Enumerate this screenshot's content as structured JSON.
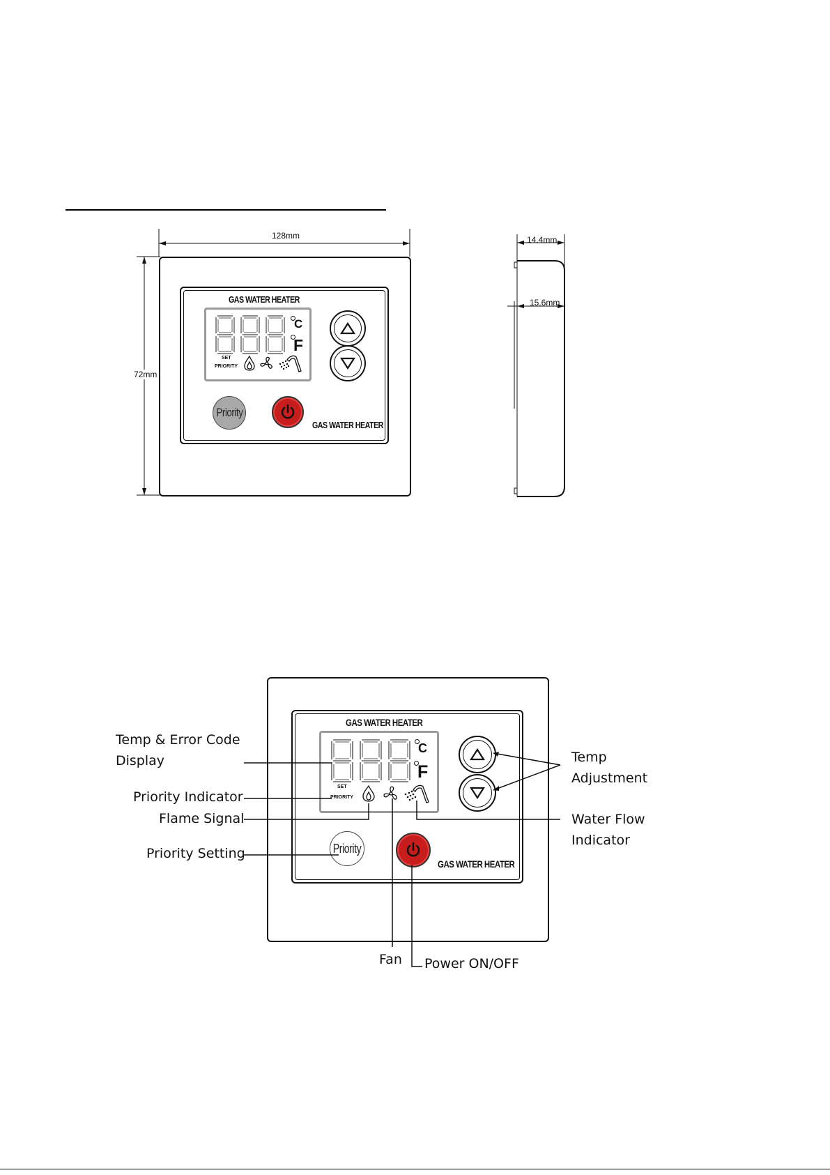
{
  "dimensions": {
    "width": "128mm",
    "height": "72mm",
    "depth_top": "14.4mm",
    "depth_mid": "15.6mm"
  },
  "panel": {
    "brand_top": "GAS WATER HEATER",
    "brand_bottom": "GAS WATER HEATER",
    "lcd_set": "SET",
    "lcd_priority": "PRIORITY",
    "unit_c": "C",
    "unit_f": "F",
    "priority_button": "Priority"
  },
  "callouts": {
    "temp_error_line1": "Temp & Error Code",
    "temp_error_line2": "Display",
    "priority_indicator": "Priority Indicator",
    "flame_signal": "Flame Signal",
    "priority_setting": "Priority Setting",
    "temp_adjust_line1": "Temp",
    "temp_adjust_line2": "Adjustment",
    "water_flow_line1": "Water Flow",
    "water_flow_line2": "Indicator",
    "fan": "Fan",
    "power": "Power ON/OFF"
  },
  "icons": [
    "up-arrow-icon",
    "down-arrow-icon",
    "flame-icon",
    "fan-icon",
    "shower-icon",
    "power-icon"
  ],
  "colors": {
    "power_red": "#c81d1d",
    "priority_grey": "#a8a8a8",
    "lcd_border": "#9a9a9a"
  }
}
